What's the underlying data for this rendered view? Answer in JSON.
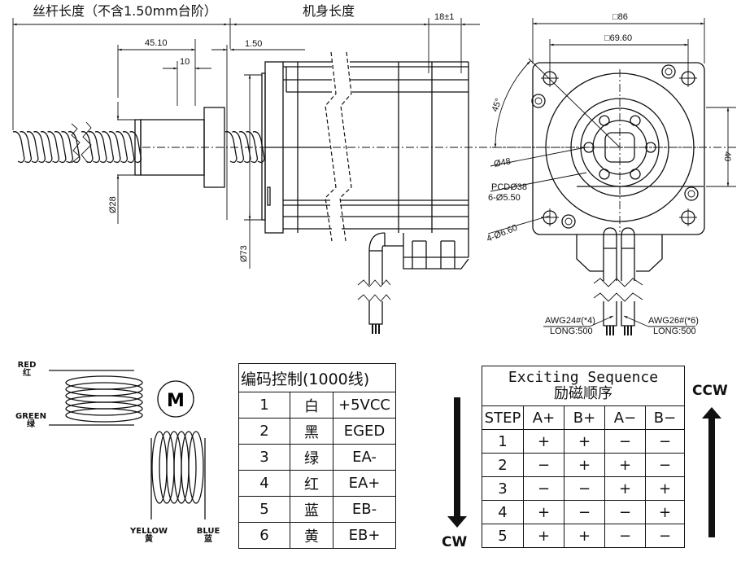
{
  "top_dimensions": {
    "screw_length_label": "丝杆长度（不含1.50mm台阶）",
    "body_length_label": "机身长度",
    "rear_length": "18±1",
    "nut_length": "45.10",
    "flange_thickness": "10",
    "step_length": "1.50",
    "nut_diameter": "Ø28",
    "pilot_diameter": "Ø73"
  },
  "front_view": {
    "outer_square": "□86",
    "hole_spacing": "□69.60",
    "angle": "45°",
    "boss_diameter": "Ø48",
    "pcd": "PCDØ38",
    "nut_holes": "6-Ø5.50",
    "mount_holes": "4-Ø6.60",
    "height_offset": "40",
    "cable_left": {
      "gauge": "AWG24#(*4)",
      "length": "LONG:500"
    },
    "cable_right": {
      "gauge": "AWG26#(*6)",
      "length": "LONG:500"
    }
  },
  "wiring": {
    "motor_label": "M",
    "leads": [
      {
        "en": "RED",
        "cn": "红"
      },
      {
        "en": "GREEN",
        "cn": "绿"
      },
      {
        "en": "YELLOW",
        "cn": "黄"
      },
      {
        "en": "BLUE",
        "cn": "蓝"
      }
    ]
  },
  "encoder_table": {
    "title": "编码控制(1000线)",
    "rows": [
      {
        "no": "1",
        "color": "白",
        "signal": "+5VCC"
      },
      {
        "no": "2",
        "color": "黑",
        "signal": "EGED"
      },
      {
        "no": "3",
        "color": "绿",
        "signal": "EA-"
      },
      {
        "no": "4",
        "color": "红",
        "signal": "EA+"
      },
      {
        "no": "5",
        "color": "蓝",
        "signal": "EB-"
      },
      {
        "no": "6",
        "color": "黄",
        "signal": "EB+"
      }
    ]
  },
  "sequence_table": {
    "title_en": "Exciting Sequence",
    "title_cn": "励磁顺序",
    "headers": [
      "STEP",
      "A+",
      "B+",
      "A−",
      "B−"
    ],
    "rows": [
      [
        "1",
        "+",
        "+",
        "−",
        "−"
      ],
      [
        "2",
        "−",
        "+",
        "+",
        "−"
      ],
      [
        "3",
        "−",
        "−",
        "+",
        "+"
      ],
      [
        "4",
        "+",
        "−",
        "−",
        "+"
      ],
      [
        "5",
        "+",
        "+",
        "−",
        "−"
      ]
    ],
    "cw_label": "CW",
    "ccw_label": "CCW"
  }
}
